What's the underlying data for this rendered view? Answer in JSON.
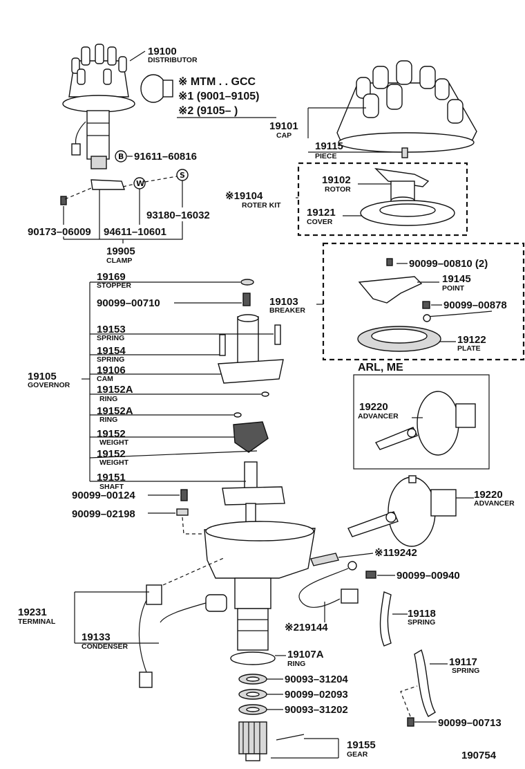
{
  "legend": {
    "l0": "※ MTM . . GCC",
    "l1": "※1 (9001–9105)",
    "l2": "※2 (9105–       )"
  },
  "labels": {
    "d_pn": "19100",
    "d_nm": "DISTRIBUTOR",
    "b_sym": "B",
    "b_pn": "91611–60816",
    "w_sym": "W",
    "s_sym": "S",
    "s_pn": "93180–16032",
    "c1_pn": "90173–06009",
    "c2_pn": "94611–10601",
    "clamp_pn": "19905",
    "clamp_nm": "CLAMP",
    "cap_pn": "19101",
    "cap_nm": "CAP",
    "piece_pn": "19115",
    "piece_nm": "PIECE",
    "rotor_pn": "19102",
    "rotor_nm": "ROTOR",
    "kit_pn": "※19104",
    "kit_nm": "ROTER KIT",
    "cover_pn": "19121",
    "cover_nm": "COVER",
    "sc1_pn": "90099–00810 (2)",
    "point_pn": "19145",
    "point_nm": "POINT",
    "breaker_pn": "19103",
    "breaker_nm": "BREAKER",
    "sc2_pn": "90099–00878",
    "plate_pn": "19122",
    "plate_nm": "PLATE",
    "arl_title": "ARL, ME",
    "adv1_pn": "19220",
    "adv1_nm": "ADVANCER",
    "adv2_pn": "19220",
    "adv2_nm": "ADVANCER",
    "stop_pn": "19169",
    "stop_nm": "STOPPER",
    "sc3_pn": "90099–00710",
    "spr1_pn": "19153",
    "spr1_nm": "SPRING",
    "spr2_pn": "19154",
    "spr2_nm": "SPRING",
    "cam_pn": "19106",
    "cam_nm": "CAM",
    "gov_pn": "19105",
    "gov_nm": "GOVERNOR",
    "ring1_pn": "19152A",
    "ring1_nm": "RING",
    "ring2_pn": "19152A",
    "ring2_nm": "RING",
    "wt1_pn": "19152",
    "wt1_nm": "WEIGHT",
    "wt2_pn": "19152",
    "wt2_nm": "WEIGHT",
    "shaft_pn": "19151",
    "shaft_nm": "SHAFT",
    "sc4_pn": "90099–00124",
    "sc5_pn": "90099–02198",
    "p242_pn": "※119242",
    "sc6_pn": "90099–00940",
    "term_pn": "19231",
    "term_nm": "TERMINAL",
    "cond_pn": "19133",
    "cond_nm": "CONDENSER",
    "p144_pn": "※219144",
    "spr3_pn": "19118",
    "spr3_nm": "SPRING",
    "ring3_pn": "19107A",
    "ring3_nm": "RING",
    "w1_pn": "90093–31204",
    "w2_pn": "90099–02093",
    "w3_pn": "90093–31202",
    "spr4_pn": "19117",
    "spr4_nm": "SPRING",
    "sc7_pn": "90099–00713",
    "gear_pn": "19155",
    "gear_nm": "GEAR",
    "fig": "190754"
  }
}
